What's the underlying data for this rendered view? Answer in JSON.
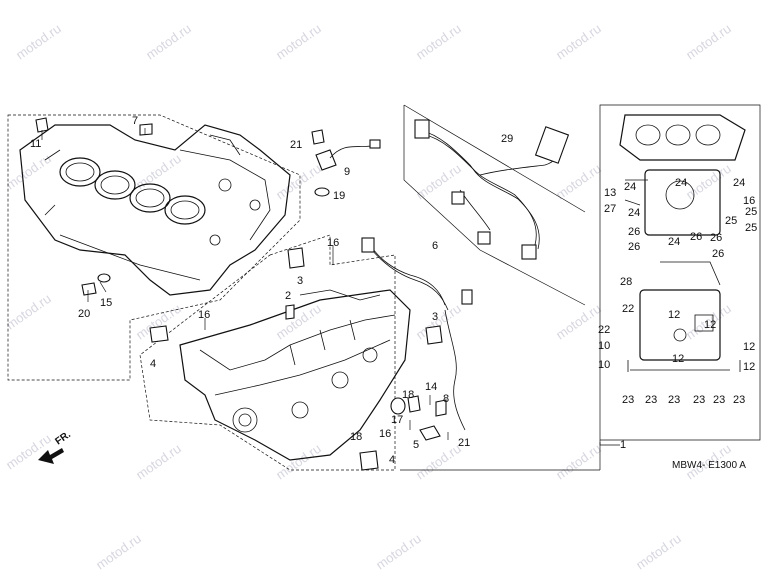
{
  "watermark": "motod.ru",
  "diagram_code": "MBW4- E1300 A",
  "front_marker": "FR.",
  "callouts": {
    "c1": "1",
    "c2": "2",
    "c3a": "3",
    "c3b": "3",
    "c4a": "4",
    "c4b": "4",
    "c5": "5",
    "c6": "6",
    "c7": "7",
    "c8": "8",
    "c9": "9",
    "c10a": "10",
    "c10b": "10",
    "c11": "11",
    "c12a": "12",
    "c12b": "12",
    "c12c": "12",
    "c12d": "12",
    "c12e": "12",
    "c13": "13",
    "c14": "14",
    "c15": "15",
    "c16a": "16",
    "c16b": "16",
    "c16c": "16",
    "c16d": "16",
    "c17": "17",
    "c18a": "18",
    "c18b": "18",
    "c19": "19",
    "c20": "20",
    "c21a": "21",
    "c21b": "21",
    "c22a": "22",
    "c22b": "22",
    "c23a": "23",
    "c23b": "23",
    "c23c": "23",
    "c23d": "23",
    "c23e": "23",
    "c23f": "23",
    "c24a": "24",
    "c24b": "24",
    "c24c": "24",
    "c24d": "24",
    "c24e": "24",
    "c25a": "25",
    "c25b": "25",
    "c25c": "25",
    "c26a": "26",
    "c26b": "26",
    "c26c": "26",
    "c26d": "26",
    "c26e": "26",
    "c27": "27",
    "c28": "28",
    "c29": "29"
  }
}
